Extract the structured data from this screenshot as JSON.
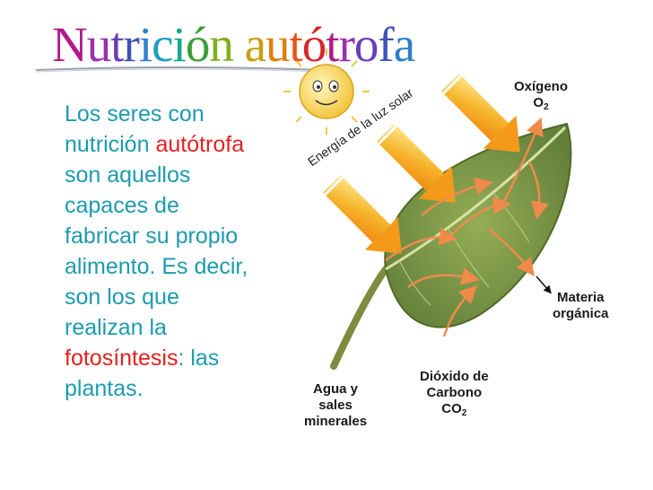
{
  "title": "Nutrición autótrofa",
  "title_colors": [
    "#b01a8a",
    "#9b2fae",
    "#6a3db8",
    "#3f51b5",
    "#2f7fc8",
    "#1b9fc0",
    "#16a88c",
    "#3a9f35",
    "#7fae1d",
    "#c6a10e",
    "#e07f10",
    "#e25416",
    "#d8262a"
  ],
  "body": {
    "l1": "Los seres con",
    "l2a": "nutrición ",
    "l2b": "autótrofa",
    "l3": "son aquellos",
    "l4": "capaces de",
    "l5": "fabricar su propio",
    "l6": "alimento. Es decir,",
    "l7": "son los que",
    "l8": "realizan la",
    "l9a": "fotosíntesis",
    "l9b": ": las",
    "l10": "plantas."
  },
  "diagram": {
    "energy": "Energía de la luz solar",
    "oxygen": "Oxígeno",
    "o2": "O",
    "o2_sub": "2",
    "materia1": "Materia",
    "materia2": "orgánica",
    "agua1": "Agua y",
    "agua2": "sales",
    "agua3": "minerales",
    "dioxido1": "Dióxido de",
    "dioxido2": "Carbono",
    "co2": "CO",
    "co2_sub": "2"
  },
  "colors": {
    "body_text": "#1c9baf",
    "highlight": "#e41f1f",
    "leaf": "#7f9a45",
    "leaf_dark": "#5c7730",
    "sun_arrow": "#f4a019",
    "flow_arrow": "#f08a4b"
  }
}
